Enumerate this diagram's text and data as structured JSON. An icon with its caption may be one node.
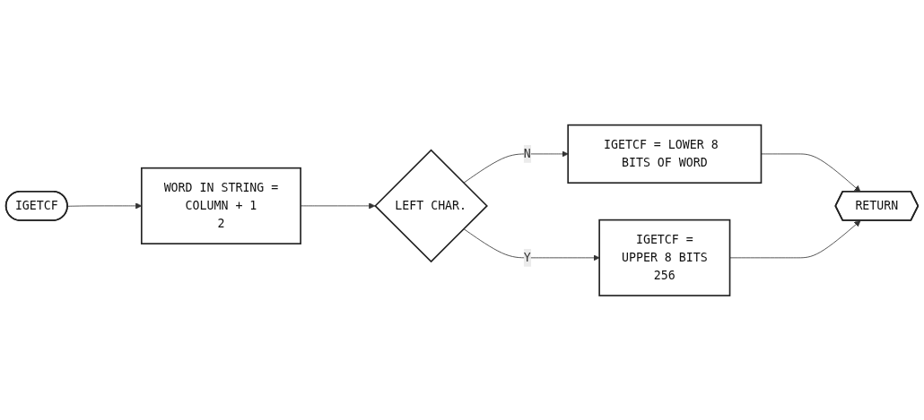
{
  "diagram": {
    "nodes": [
      {
        "text": [
          "IGETCF"
        ]
      },
      {
        "text": [
          "WORD IN STRING =",
          "COLUMN + 1",
          "2"
        ]
      },
      {
        "text": [
          "LEFT CHAR."
        ]
      },
      {
        "text": [
          "IGETCF = LOWER 8 BITS OF WORD"
        ]
      },
      {
        "text": [
          "IGETCF =",
          "UPPER 8 BITS",
          "256"
        ]
      },
      {
        "text": [
          "RETURN"
        ]
      }
    ],
    "edges": [
      {
        "from": 0,
        "to": 1,
        "arrow": "to"
      },
      {
        "from": 1,
        "to": 2,
        "arrow": "to"
      },
      {
        "from": 2,
        "to": 3,
        "arrow": "to",
        "label": "N"
      },
      {
        "from": 2,
        "to": 4,
        "arrow": "to",
        "label": "Y"
      },
      {
        "from": 3,
        "to": 5,
        "arrow": "to"
      },
      {
        "from": 4,
        "to": 5,
        "arrow": "to"
      }
    ]
  }
}
